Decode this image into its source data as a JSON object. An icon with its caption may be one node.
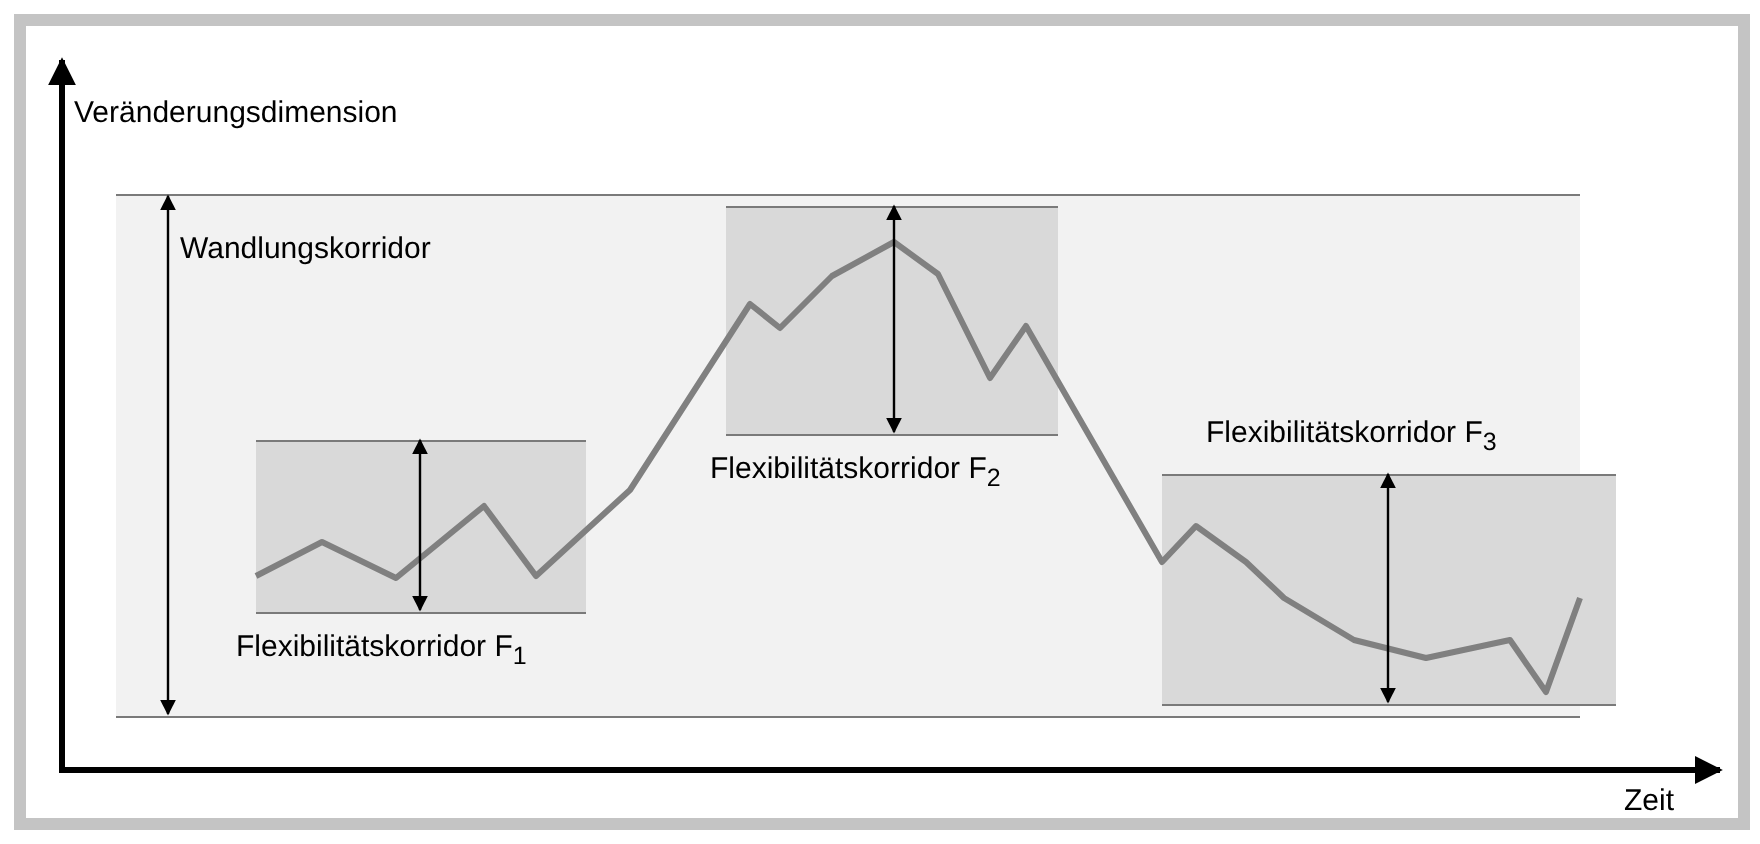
{
  "diagram": {
    "nodes": [
      {
        "text": [
          "Wandlungskorridor"
        ]
      },
      {
        "text": [
          "Flexibilitätskorridor F$_{1}$"
        ],
        "in": 0
      },
      {
        "text": [
          "Flexibilitätskorridor F$_{2}$"
        ],
        "in": 0
      },
      {
        "text": [
          "Flexibilitätskorridor F$_{3}$"
        ],
        "in": 0
      }
    ],
    "labels": [
      "Veränderungsdimension",
      "Zeit"
    ]
  }
}
